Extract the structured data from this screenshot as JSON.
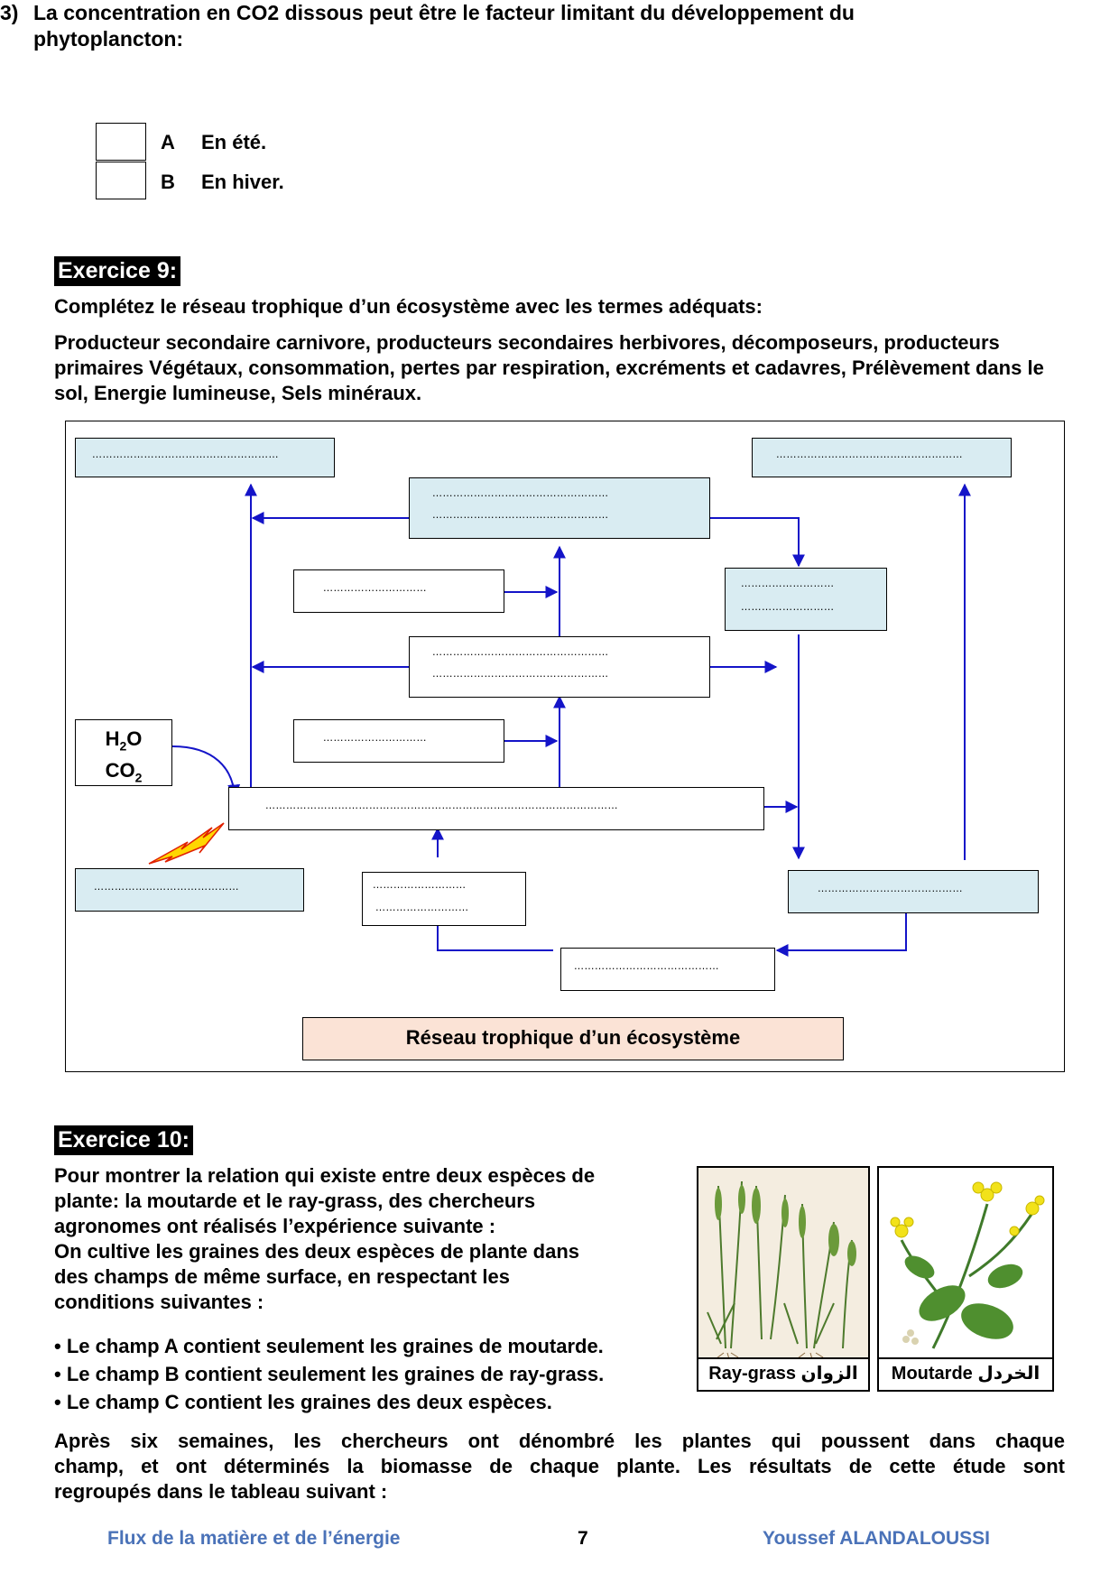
{
  "q3": {
    "number": "3)",
    "text": "La concentration en CO2 dissous peut être le facteur limitant du développement du phytoplancton:",
    "options": [
      {
        "letter": "A",
        "text": "En été."
      },
      {
        "letter": "B",
        "text": "En hiver."
      }
    ]
  },
  "ex9": {
    "title": "Exercice 9:",
    "instruction": "Complétez le réseau trophique d’un écosystème avec les termes adéquats:",
    "terms": "Producteur secondaire carnivore, producteurs secondaires herbivores, décomposeurs, producteurs primaires Végétaux, consommation, pertes par respiration, excréments et cadavres, Prélèvement dans le sol, Energie lumineuse, Sels minéraux.",
    "diagram": {
      "caption": "Réseau trophique d’un écosystème",
      "h2o": "H2O",
      "co2": "CO2",
      "blanks": {
        "top_left": "………………………………………………",
        "top_right": "………………………………………………",
        "carnivore_1": "……………………………………………",
        "carnivore_2": "……………………………………………",
        "left_mid_1": "…………………………",
        "right_mid_1": "………………………",
        "right_mid_2": "………………………",
        "herbivore_1": "……………………………………………",
        "herbivore_2": "……………………………………………",
        "left_mid_2": "…………………………",
        "producer": "…………………………………………………………………………………………",
        "bottom_left": "……………………………………",
        "mineral_1": "………………………",
        "mineral_2": "………………………",
        "bottom_right": "……………………………………",
        "bottom_center": "……………………………………"
      }
    }
  },
  "ex10": {
    "title": "Exercice 10:",
    "intro_lines": [
      "Pour montrer la relation qui existe entre deux espèces de",
      "plante: la moutarde et le ray-grass, des chercheurs",
      "agronomes ont réalisés l’expérience suivante :",
      "On cultive les graines des deux espèces de plante dans",
      "des champs de même surface, en respectant les",
      "conditions suivantes :"
    ],
    "bullets": [
      "Le champ A contient seulement les graines de moutarde.",
      "Le champ B contient seulement les graines de ray-grass.",
      "Le champ C contient les graines des deux espèces."
    ],
    "conclusion_lines": [
      "Après six semaines, les chercheurs ont dénombré les plantes qui poussent dans chaque",
      "champ, et ont déterminés la biomasse de chaque plante. Les résultats de cette étude sont",
      "regroupés dans le tableau suivant :"
    ],
    "images": [
      {
        "caption": "Ray-grass الزوان"
      },
      {
        "caption": "Moutarde الخردل"
      }
    ]
  },
  "footer": {
    "left": "Flux de la matière et de l’énergie",
    "page": "7",
    "right": "Youssef ALANDALOUSSI"
  },
  "colors": {
    "arrow": "#1414c8",
    "box_fill": "#d9ecf2",
    "caption_fill": "#fbe3d6",
    "footer": "#4a72b8",
    "bolt": "#ffd700"
  }
}
